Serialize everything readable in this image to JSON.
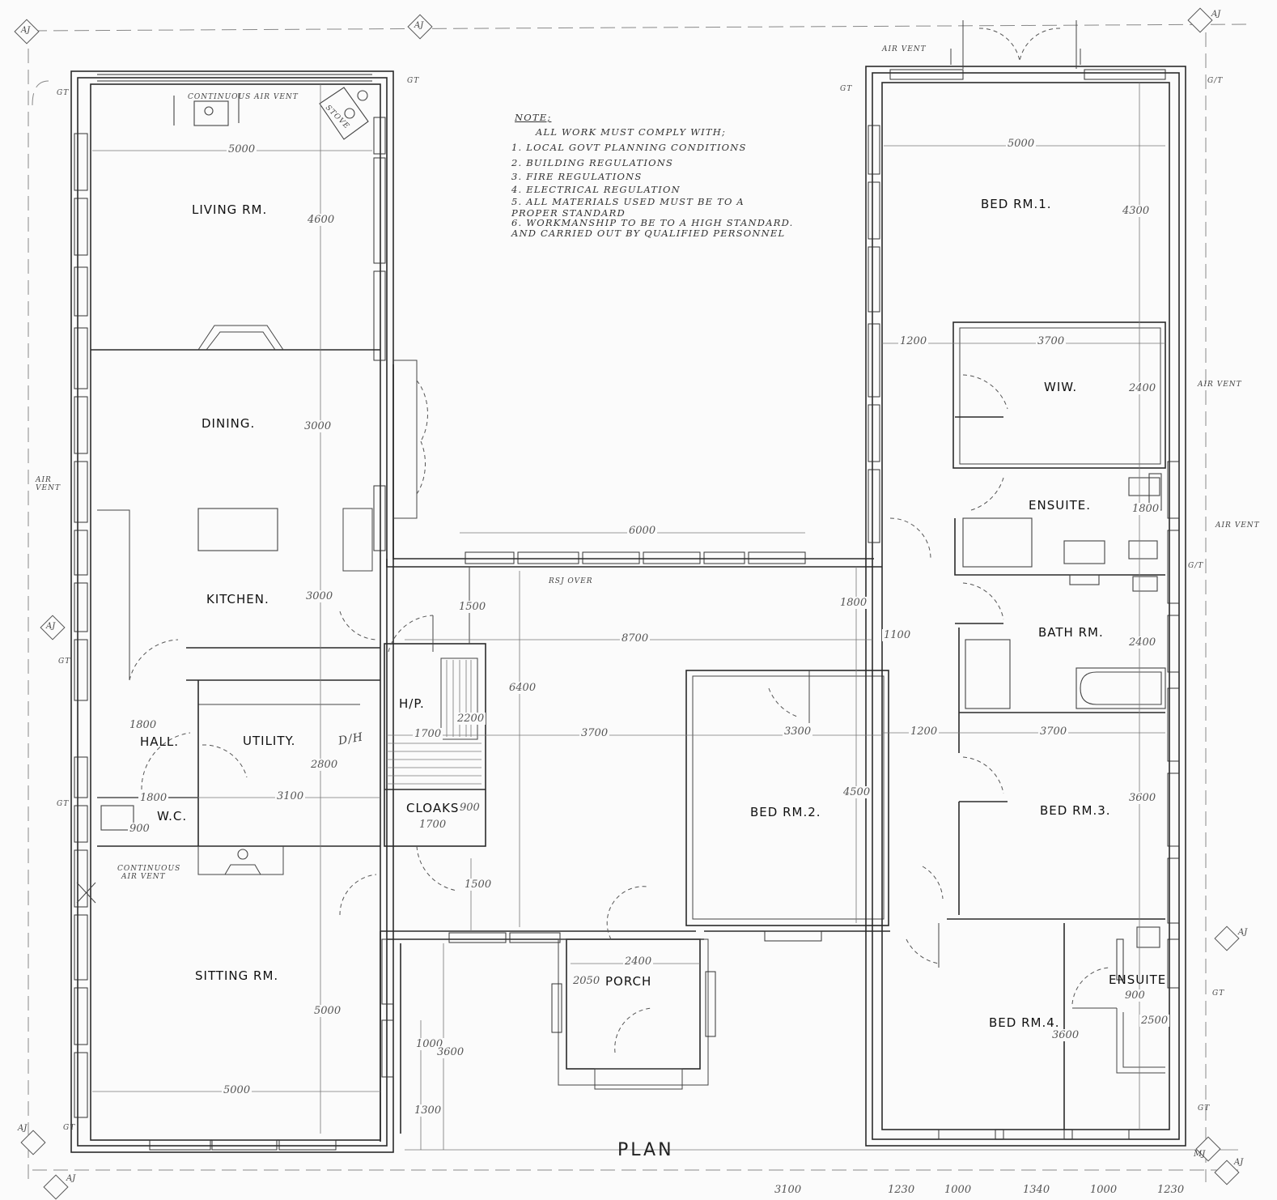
{
  "drawing": {
    "title": "PLAN",
    "notes": {
      "heading": "NOTE;",
      "intro": "ALL WORK MUST COMPLY WITH;",
      "items": [
        "1.  LOCAL GOVT PLANNING CONDITIONS",
        "2.  BUILDING REGULATIONS",
        "3.  FIRE REGULATIONS",
        "4.  ELECTRICAL REGULATION",
        "5.  ALL MATERIALS USED MUST BE TO A",
        "     PROPER STANDARD",
        "6.  WORKMANSHIP TO BE TO A HIGH STANDARD.",
        "     AND CARRIED OUT BY QUALIFIED    PERSONNEL"
      ]
    }
  },
  "rooms": {
    "living": "LIVING RM.",
    "dining": "DINING.",
    "kitchen": "KITCHEN.",
    "hall": "HALL.",
    "utility": "UTILITY.",
    "wc": "W.C.",
    "hp": "H/P.",
    "cloaks": "CLOAKS.",
    "sitting": "SITTING RM.",
    "porch": "PORCH",
    "bed1": "BED RM.1.",
    "wiw": "WIW.",
    "ensuite1": "ENSUITE.",
    "bath": "BATH  RM.",
    "bed2": "BED RM.2.",
    "bed3": "BED  RM.3.",
    "bed4": "BED  RM.4.",
    "ensuite2": "ENSUITE"
  },
  "dimensions": {
    "living_w": "5000",
    "living_h": "4600",
    "dining_h": "3000",
    "kitchen_h": "3000",
    "courtyard_w": "6000",
    "hall_w": "1800",
    "wc_w": "1800",
    "wc_d": "900",
    "utility_w": "3100",
    "utility_h": "2800",
    "stair_top": "1500",
    "hp_w": "1700",
    "stair_h": "2200",
    "cloaks_w": "1700",
    "cloaks_d": "900",
    "hall_main_w": "8700",
    "hall_main_h": "6400",
    "hall_main_mid": "3700",
    "porch_entry": "1500",
    "sitting_h": "5000",
    "sitting_w": "5000",
    "left_wing_1000": "1000",
    "left_wing_3600": "3600",
    "left_wing_1300": "1300",
    "porch_w": "2400",
    "porch_d": "2050",
    "bed1_w": "5000",
    "bed1_h": "4300",
    "corridor_w1": "1200",
    "wiw_w": "3700",
    "wiw_h": "2400",
    "ensuite1_h": "1800",
    "corridor_1800": "1800",
    "corridor_1100": "1100",
    "bath_h": "2400",
    "bed2_w": "3300",
    "bed2_h": "4500",
    "corridor_w2": "1200",
    "bed3_w": "3700",
    "bed3_h": "3600",
    "ensuite2_w": "900",
    "ensuite2_h": "2500",
    "bed4_w": "3600",
    "bottom_1": "1230",
    "bottom_2": "1000",
    "bottom_3": "1340",
    "bottom_4": "1000",
    "bottom_5": "1230",
    "bottom_left": "3100"
  },
  "annotations": {
    "continuous_vent_top": "CONTINUOUS AIR VENT",
    "stove": "STOVE",
    "air_vent_left": "AIR VENT",
    "air_vent_top_right": "AIR VENT",
    "air_vent_right_1": "AIR VENT",
    "air_vent_right_2": "AIR VENT",
    "continuous_vent_bottom_1": "CONTINUOUS",
    "continuous_vent_bottom_2": "AIR VENT",
    "rsj": "RSJ  OVER",
    "dh": "D/H",
    "gt": "GT",
    "gt_alt": "G/T",
    "aj": "AJ",
    "mj": "MJ"
  }
}
